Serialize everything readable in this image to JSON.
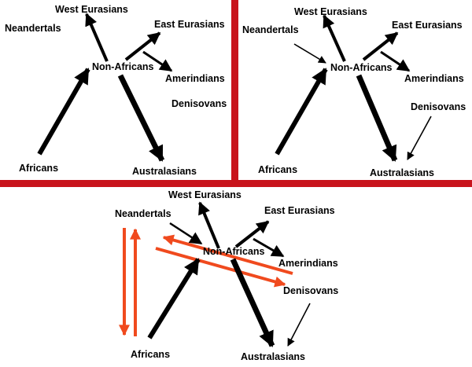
{
  "colors": {
    "divider": "#c8141c",
    "arrow": "#000000",
    "gene_flow": "#f04a1e",
    "background": "#ffffff"
  },
  "panels": [
    {
      "labels": {
        "west_eurasians": "West Eurasians",
        "neandertals": "Neandertals",
        "east_eurasians": "East Eurasians",
        "non_africans": "Non-Africans",
        "amerindians": "Amerindians",
        "denisovans": "Denisovans",
        "africans": "Africans",
        "australasians": "Australasians"
      }
    },
    {
      "labels": {
        "west_eurasians": "West Eurasians",
        "neandertals": "Neandertals",
        "east_eurasians": "East Eurasians",
        "non_africans": "Non-Africans",
        "amerindians": "Amerindians",
        "denisovans": "Denisovans",
        "africans": "Africans",
        "australasians": "Australasians"
      }
    },
    {
      "labels": {
        "west_eurasians": "West Eurasians",
        "neandertals": "Neandertals",
        "east_eurasians": "East Eurasians",
        "non_africans": "Non-Africans",
        "amerindians": "Amerindians",
        "denisovans": "Denisovans",
        "africans": "Africans",
        "australasians": "Australasians"
      }
    }
  ]
}
